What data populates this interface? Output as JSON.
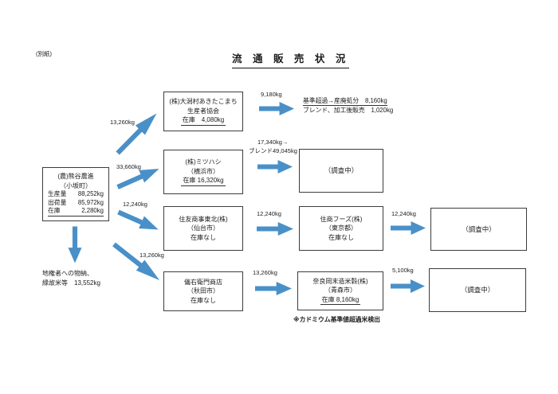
{
  "page": {
    "corner_label": "(別紙)",
    "title": "流 通 販 売 状 況"
  },
  "producer": {
    "name": "(農)熊谷農進",
    "location": "（小坂町）",
    "production_label": "生産量",
    "production_value": "88,252kg",
    "shipment_label": "出荷量",
    "shipment_value": "85,972kg",
    "stock_label": "在庫",
    "stock_value": "2,280kg"
  },
  "land_payment": {
    "line1": "地権者への物納、",
    "line2": "縁故米等　13,552kg"
  },
  "row1": {
    "inflow": "13,260kg",
    "dist_name1": "(株)大潟村あきたこまち",
    "dist_name2": "生産者協会",
    "dist_stock": "在庫　4,080kg",
    "out_label": "9,180kg",
    "result1": "基準超過→産廃処分　8,160kg",
    "result2": "ブレンド、加工後販売　1,020kg"
  },
  "row2": {
    "inflow": "33,660kg",
    "dist_name": "(株)ミツハシ",
    "dist_location": "（横浜市）",
    "dist_stock": "在庫 16,320kg",
    "out_label1": "17,340kg→",
    "out_label2": "ブレンド49,045kg",
    "dest": "（調査中）"
  },
  "row3": {
    "inflow": "12,240kg",
    "dist_name": "住友商事東北(株)",
    "dist_location": "（仙台市）",
    "dist_stock": "在庫なし",
    "out_label": "12,240kg",
    "mid_name": "住商フーズ(株)",
    "mid_location": "（東京都）",
    "mid_stock": "在庫なし",
    "out_label2": "12,240kg",
    "dest": "（調査中）"
  },
  "row4": {
    "inflow": "13,260kg",
    "dist_name": "儀右衛門商店",
    "dist_location": "（秋田市）",
    "dist_stock": "在庫なし",
    "out_label": "13,260kg",
    "mid_name": "奈良岡末造米穀(株)",
    "mid_location": "（青森市）",
    "mid_stock": "在庫 8,160kg",
    "out_label2": "5,100kg",
    "dest": "（調査中）",
    "note": "※カドミウム基準値超過米検出"
  }
}
